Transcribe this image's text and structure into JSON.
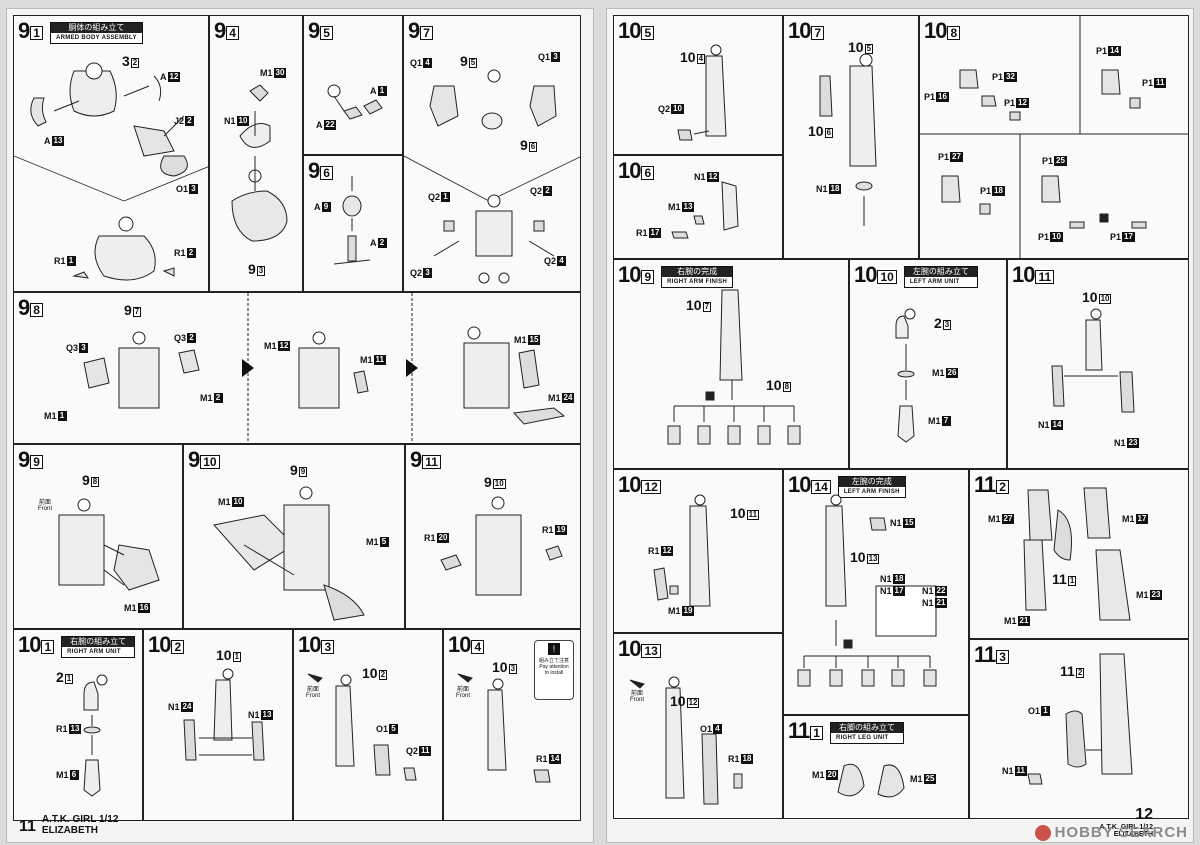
{
  "left": {
    "page_number": "11",
    "footer_line1": "A.T.K. GIRL 1/12",
    "footer_line2": "ELIZABETH",
    "s91": {
      "major": "9",
      "minor": "1",
      "tag": "STEP",
      "jp": "胴体の組み立て",
      "en": "ARMED BODY ASSEMBLY",
      "labels": [
        [
          "",
          "3",
          ""
        ],
        [
          "A",
          "12"
        ],
        [
          "J2",
          "2"
        ],
        [
          "A",
          "13"
        ],
        [
          "O1",
          "3"
        ],
        [
          "R1",
          "1"
        ],
        [
          "R1",
          "2"
        ]
      ]
    },
    "s94": {
      "major": "9",
      "minor": "4",
      "tag": "STEP",
      "labels": [
        [
          "M1",
          "30"
        ],
        [
          "N1",
          "10"
        ]
      ],
      "ref": [
        "9",
        "3"
      ]
    },
    "s95": {
      "major": "9",
      "minor": "5",
      "tag": "STEP",
      "labels": [
        [
          "A",
          "1"
        ],
        [
          "A",
          "22"
        ]
      ]
    },
    "s96": {
      "major": "9",
      "minor": "6",
      "tag": "STEP",
      "labels": [
        [
          "A",
          "9"
        ],
        [
          "A",
          "2"
        ]
      ]
    },
    "s97": {
      "major": "9",
      "minor": "7",
      "tag": "STEP",
      "labels": [
        [
          "Q1",
          "4"
        ],
        [
          "Q1",
          "3"
        ],
        [
          "Q2",
          "1"
        ],
        [
          "Q2",
          "2"
        ],
        [
          "Q2",
          "3"
        ],
        [
          "Q2",
          "4"
        ]
      ],
      "refs": [
        [
          "9",
          "5"
        ],
        [
          "9",
          "6"
        ]
      ]
    },
    "s98": {
      "major": "9",
      "minor": "8",
      "tag": "STEP",
      "labels": [
        [
          "Q3",
          "3"
        ],
        [
          "Q3",
          "2"
        ],
        [
          "M1",
          "1"
        ],
        [
          "M1",
          "2"
        ],
        [
          "M1",
          "12"
        ],
        [
          "M1",
          "11"
        ],
        [
          "M1",
          "15"
        ],
        [
          "M1",
          "24"
        ]
      ],
      "ref": [
        "9",
        "7"
      ]
    },
    "s99": {
      "major": "9",
      "minor": "9",
      "tag": "STEP",
      "labels": [
        [
          "M1",
          "16"
        ]
      ],
      "ref": [
        "9",
        "8"
      ],
      "front_jp": "前面",
      "front_en": "Front"
    },
    "s910": {
      "major": "9",
      "minor": "10",
      "tag": "STEP",
      "labels": [
        [
          "M1",
          "10"
        ],
        [
          "M1",
          "5"
        ]
      ],
      "ref": [
        "9",
        "9"
      ]
    },
    "s911": {
      "major": "9",
      "minor": "11",
      "tag": "STEP",
      "labels": [
        [
          "R1",
          "20"
        ],
        [
          "R1",
          "19"
        ]
      ],
      "ref": [
        "9",
        "10"
      ]
    },
    "s101": {
      "major": "10",
      "minor": "1",
      "tag": "STEP",
      "jp": "右腕の組み立て",
      "en": "RIGHT ARM UNIT",
      "labels": [
        [
          "R1",
          "13"
        ],
        [
          "M1",
          "6"
        ]
      ],
      "ref": [
        "2",
        "1"
      ]
    },
    "s102": {
      "major": "10",
      "minor": "2",
      "tag": "STEP",
      "labels": [
        [
          "N1",
          "24"
        ],
        [
          "N1",
          "13"
        ]
      ],
      "ref": [
        "10",
        "1"
      ]
    },
    "s103": {
      "major": "10",
      "minor": "3",
      "tag": "STEP",
      "labels": [
        [
          "O1",
          "5"
        ],
        [
          "Q2",
          "11"
        ]
      ],
      "ref": [
        "10",
        "2"
      ],
      "front_jp": "前面",
      "front_en": "Front"
    },
    "s104": {
      "major": "10",
      "minor": "4",
      "tag": "STEP",
      "labels": [
        [
          "R1",
          "14"
        ]
      ],
      "ref": [
        "10",
        "3"
      ],
      "front_jp": "前面",
      "front_en": "Front",
      "note_jp": "組み立て注意",
      "note_en": "Pay attention to install"
    }
  },
  "right": {
    "page_number": "12",
    "footer_line1": "A.T.K. GIRL 1/12",
    "footer_line2": "ELIZABETH",
    "watermark": "HOBBY SEARCH",
    "s105": {
      "major": "10",
      "minor": "5",
      "tag": "STEP",
      "labels": [
        [
          "Q2",
          "10"
        ]
      ],
      "ref": [
        "10",
        "4"
      ]
    },
    "s106": {
      "major": "10",
      "minor": "6",
      "tag": "STEP",
      "labels": [
        [
          "N1",
          "12"
        ],
        [
          "M1",
          "13"
        ],
        [
          "R1",
          "17"
        ]
      ]
    },
    "s107": {
      "major": "10",
      "minor": "7",
      "tag": "STEP",
      "labels": [
        [
          "N1",
          "18"
        ]
      ],
      "refs": [
        [
          "10",
          "5"
        ],
        [
          "10",
          "6"
        ]
      ]
    },
    "s108": {
      "major": "10",
      "minor": "8",
      "tag": "STEP",
      "labels": [
        [
          "P1",
          "32"
        ],
        [
          "P1",
          "16"
        ],
        [
          "P1",
          "12"
        ],
        [
          "P1",
          "14"
        ],
        [
          "P1",
          "11"
        ],
        [
          "P1",
          "27"
        ],
        [
          "P1",
          "18"
        ],
        [
          "P1",
          "25"
        ],
        [
          "P1",
          "10"
        ],
        [
          "P1",
          "17"
        ]
      ]
    },
    "s109": {
      "major": "10",
      "minor": "9",
      "tag": "STEP",
      "jp": "右腕の完成",
      "en": "RIGHT ARM FINISH",
      "refs": [
        [
          "10",
          "7"
        ],
        [
          "10",
          "8"
        ]
      ]
    },
    "s1010": {
      "major": "10",
      "minor": "10",
      "tag": "STEP",
      "jp": "左腕の組み立て",
      "en": "LEFT ARM UNIT",
      "labels": [
        [
          "M1",
          "26"
        ],
        [
          "M1",
          "7"
        ]
      ],
      "ref": [
        "2",
        "3"
      ]
    },
    "s1011": {
      "major": "10",
      "minor": "11",
      "tag": "STEP",
      "labels": [
        [
          "N1",
          "14"
        ],
        [
          "N1",
          "23"
        ]
      ],
      "ref": [
        "10",
        "10"
      ]
    },
    "s1012": {
      "major": "10",
      "minor": "12",
      "tag": "STEP",
      "labels": [
        [
          "R1",
          "12"
        ],
        [
          "M1",
          "19"
        ]
      ],
      "ref": [
        "10",
        "11"
      ]
    },
    "s1013": {
      "major": "10",
      "minor": "13",
      "tag": "STEP",
      "labels": [
        [
          "O1",
          "4"
        ],
        [
          "R1",
          "18"
        ]
      ],
      "ref": [
        "10",
        "12"
      ],
      "front_jp": "前面",
      "front_en": "Front"
    },
    "s1014": {
      "major": "10",
      "minor": "14",
      "tag": "STEP",
      "jp": "左腕の完成",
      "en": "LEFT ARM FINISH",
      "labels": [
        [
          "N1",
          "15"
        ],
        [
          "N1",
          "18"
        ],
        [
          "N1",
          "17"
        ],
        [
          "N1",
          "22"
        ],
        [
          "N1",
          "21"
        ]
      ],
      "ref": [
        "10",
        "13"
      ]
    },
    "s111": {
      "major": "11",
      "minor": "1",
      "tag": "STEP",
      "jp": "右脚の組み立て",
      "en": "RIGHT LEG UNIT",
      "labels": [
        [
          "M1",
          "20"
        ],
        [
          "M1",
          "25"
        ]
      ]
    },
    "s112": {
      "major": "11",
      "minor": "2",
      "tag": "STEP",
      "labels": [
        [
          "M1",
          "27"
        ],
        [
          "M1",
          "17"
        ],
        [
          "M1",
          "23"
        ],
        [
          "M1",
          "21"
        ]
      ],
      "ref": [
        "11",
        "1"
      ]
    },
    "s113": {
      "major": "11",
      "minor": "3",
      "tag": "STEP",
      "labels": [
        [
          "O1",
          "1"
        ],
        [
          "N1",
          "11"
        ]
      ],
      "ref": [
        "11",
        "2"
      ]
    }
  },
  "colors": {
    "ink": "#111111",
    "paper": "#fafafa",
    "title_bg": "#222222"
  }
}
